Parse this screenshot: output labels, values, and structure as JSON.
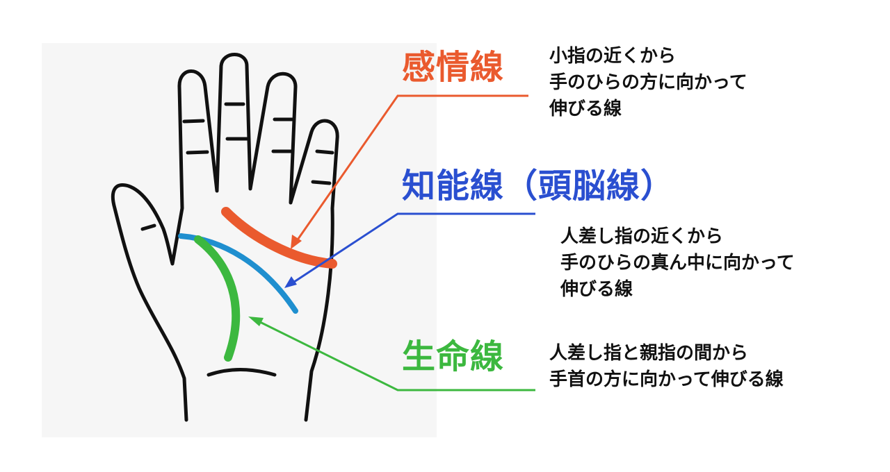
{
  "colors": {
    "heart": "#ea5a2e",
    "head": "#2a4fd0",
    "life": "#3cb83f",
    "palm_blue": "#1f8fcf",
    "outline": "#111111"
  },
  "lines": {
    "heart": {
      "title": "感情線",
      "desc": [
        "小指の近くから",
        "手のひらの方に向かって",
        "伸びる線"
      ]
    },
    "head": {
      "title": "知能線（頭脳線）",
      "desc": [
        "人差し指の近くから",
        "手のひらの真ん中に向かって",
        "伸びる線"
      ]
    },
    "life": {
      "title": "生命線",
      "desc": [
        "人差し指と親指の間から",
        "手首の方に向かって伸びる線"
      ]
    }
  }
}
